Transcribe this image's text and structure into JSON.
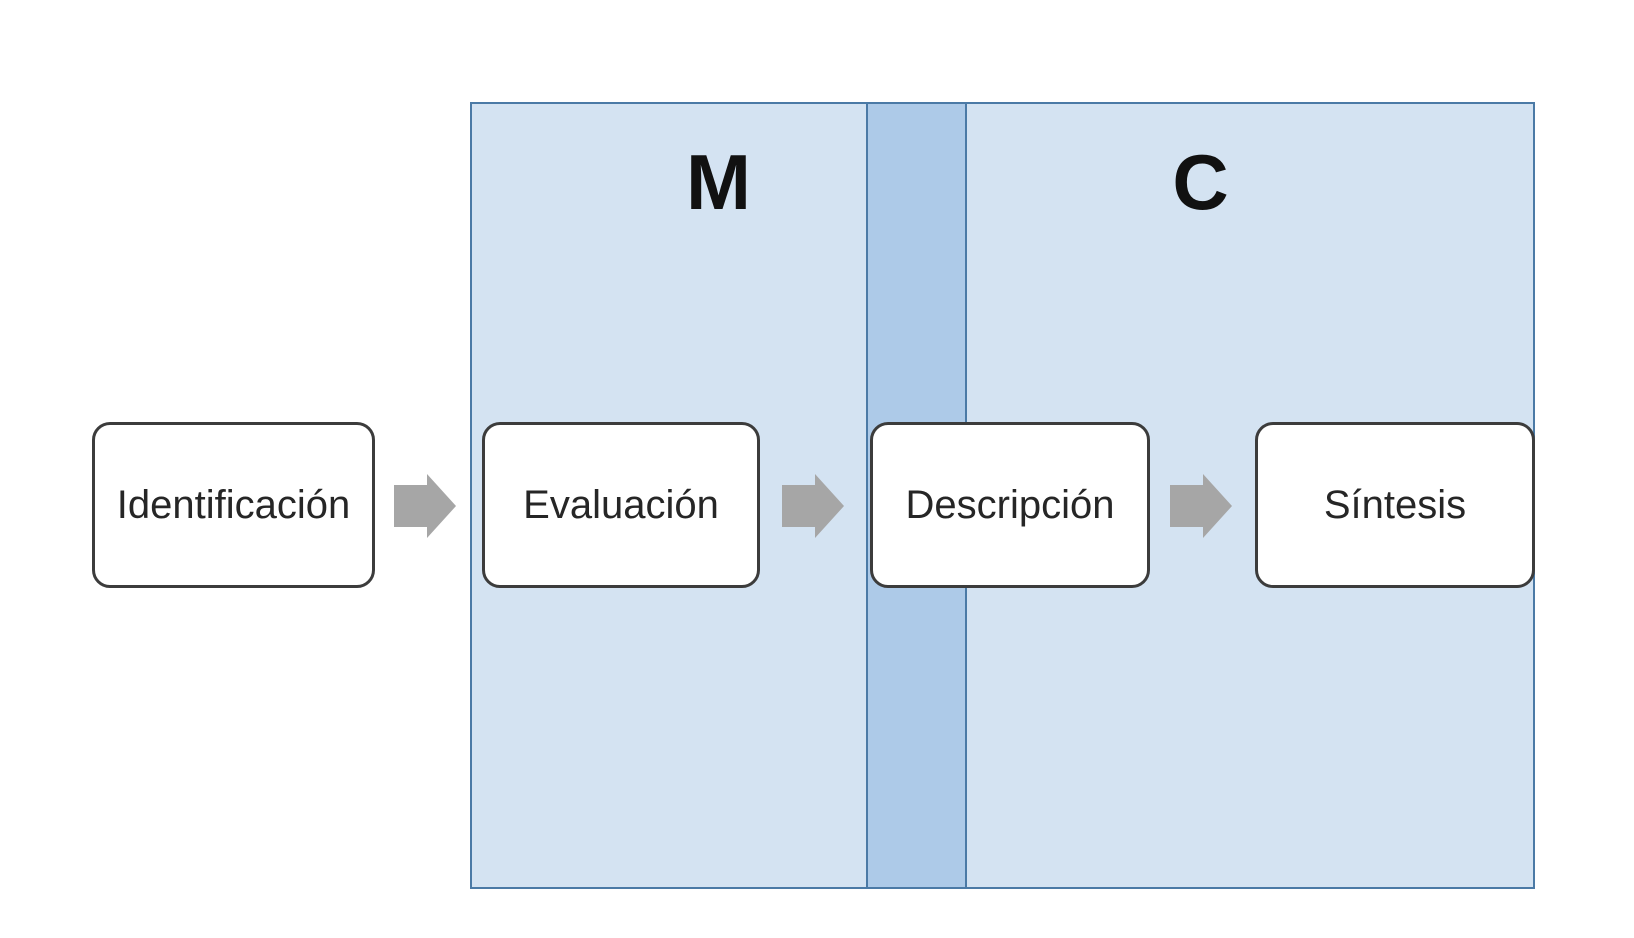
{
  "diagram": {
    "panels": [
      {
        "label": "M"
      },
      {
        "label": "C"
      }
    ],
    "steps": [
      {
        "label": "Identificación"
      },
      {
        "label": "Evaluación"
      },
      {
        "label": "Descripción"
      },
      {
        "label": "Síntesis"
      }
    ],
    "icons": {
      "arrow": "arrow-right-icon"
    },
    "colors": {
      "background": "#ffffff",
      "panel_fill": "#d4e3f2",
      "panel_overlap_fill": "#adcae8",
      "panel_border": "#4b7aa6",
      "box_fill": "#ffffff",
      "box_border": "#3c3c3c",
      "arrow_fill": "#a6a6a6",
      "step_text": "#262626",
      "panel_label_text": "#111111"
    }
  }
}
